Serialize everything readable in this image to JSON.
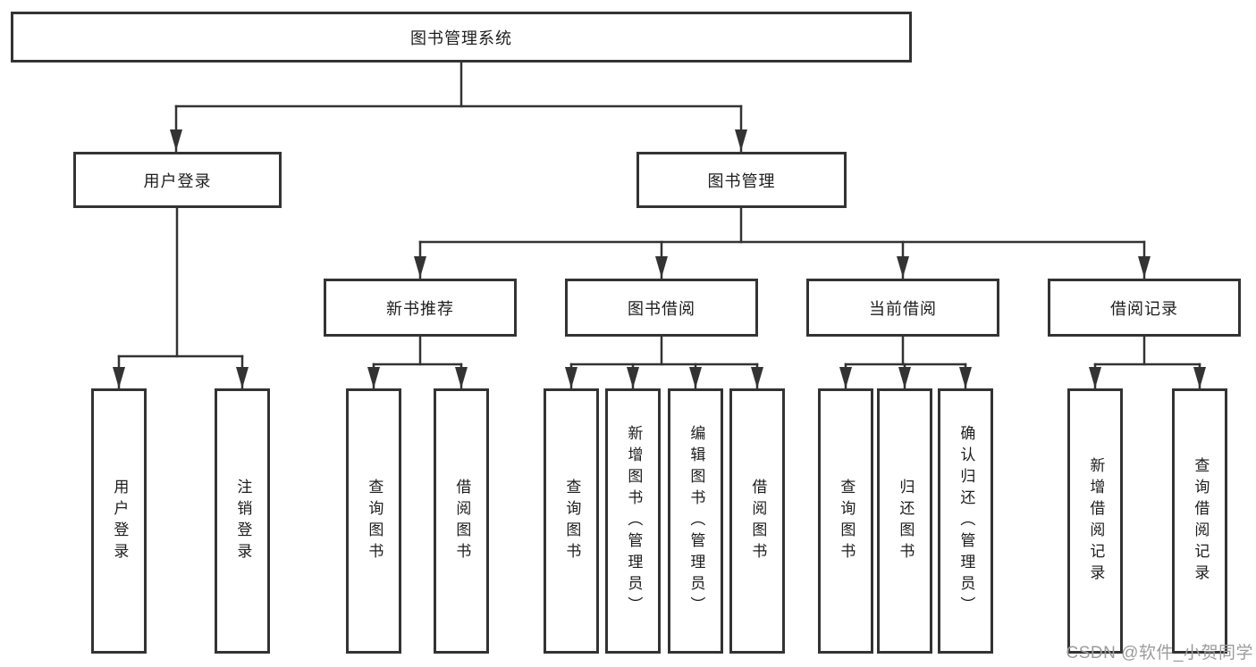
{
  "diagram": {
    "root": {
      "label": "图书管理系统"
    },
    "branches": [
      {
        "label": "用户登录",
        "children": [
          {
            "label": "用户登录"
          },
          {
            "label": "注销登录"
          }
        ]
      },
      {
        "label": "图书管理",
        "children": [
          {
            "label": "新书推荐",
            "children": [
              {
                "label": "查询图书"
              },
              {
                "label": "借阅图书"
              }
            ]
          },
          {
            "label": "图书借阅",
            "children": [
              {
                "label": "查询图书"
              },
              {
                "label": "新增图书（管理员）"
              },
              {
                "label": "编辑图书（管理员）"
              },
              {
                "label": "借阅图书"
              }
            ]
          },
          {
            "label": "当前借阅",
            "children": [
              {
                "label": "查询图书"
              },
              {
                "label": "归还图书"
              },
              {
                "label": "确认归还（管理员）"
              }
            ]
          },
          {
            "label": "借阅记录",
            "children": [
              {
                "label": "新增借阅记录"
              },
              {
                "label": "查询借阅记录"
              }
            ]
          }
        ]
      }
    ]
  },
  "watermark": {
    "text": "CSDN @软件_小贺同学"
  },
  "colors": {
    "line": "#333333",
    "box_border": "#333333",
    "text": "#1d1d1d",
    "watermark": "#9c9c9c",
    "background": "#ffffff"
  }
}
